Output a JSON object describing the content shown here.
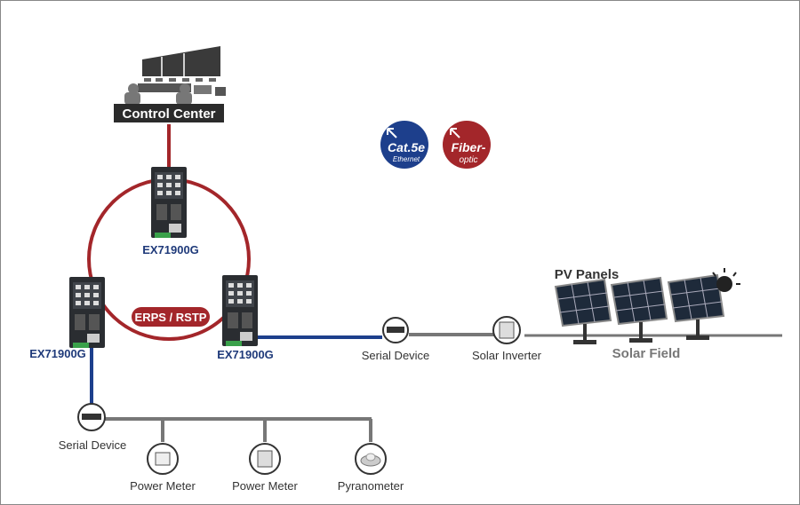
{
  "control_center": {
    "label": "Control Center"
  },
  "switches": [
    {
      "model": "EX71900G"
    },
    {
      "model": "EX71900G"
    },
    {
      "model": "EX71900G"
    }
  ],
  "ring": {
    "label": "ERPS / RSTP"
  },
  "legend": {
    "copper": {
      "line1": "Cat.5e",
      "line2": "Ethernet",
      "color": "#1d3f8c"
    },
    "fiber": {
      "line1": "Fiber-",
      "line2": "optic",
      "color": "#a3262a"
    }
  },
  "devices": {
    "serial_device_right": "Serial Device",
    "solar_inverter": "Solar Inverter",
    "serial_device_left": "Serial Device",
    "power_meter_1": "Power Meter",
    "power_meter_2": "Power Meter",
    "pyranometer": "Pyranometer"
  },
  "solar": {
    "panels_label": "PV Panels",
    "field_label": "Solar Field"
  },
  "colors": {
    "fiber": "#a3262a",
    "copper": "#1d3f8c",
    "serial": "#777777"
  }
}
